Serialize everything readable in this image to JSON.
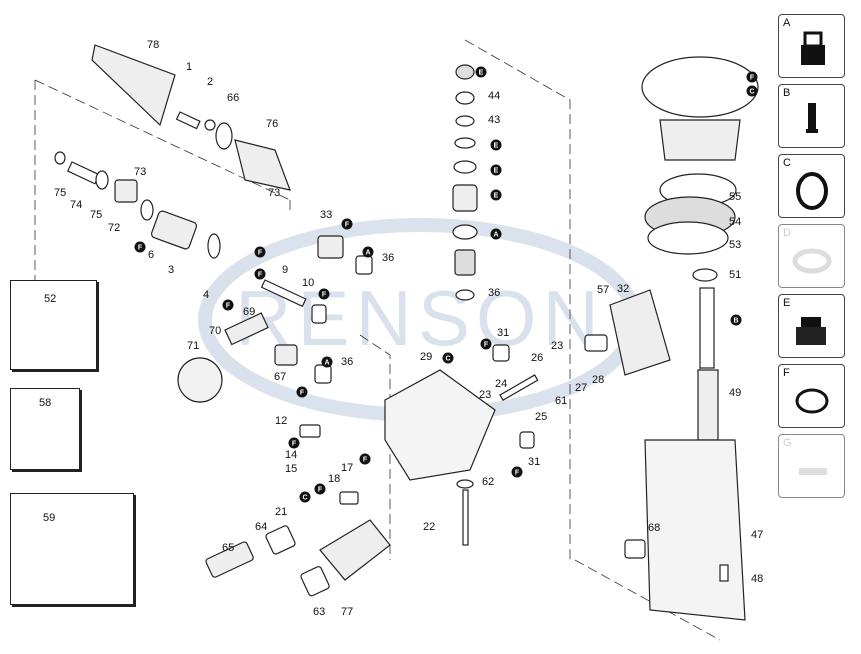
{
  "watermark": "RENSON",
  "part_labels": [
    "78",
    "1",
    "2",
    "66",
    "76",
    "73",
    "73",
    "75",
    "74",
    "75",
    "72",
    "6",
    "3",
    "4",
    "9",
    "10",
    "33",
    "36",
    "70",
    "69",
    "71",
    "67",
    "36",
    "12",
    "14",
    "15",
    "17",
    "18",
    "21",
    "64",
    "65",
    "63",
    "77",
    "22",
    "44",
    "43",
    "36",
    "29",
    "31",
    "23",
    "24",
    "26",
    "23",
    "61",
    "27",
    "25",
    "28",
    "57",
    "32",
    "31",
    "62",
    "55",
    "54",
    "53",
    "51",
    "49",
    "47",
    "68",
    "48"
  ],
  "kit_callouts": [
    "F",
    "F",
    "F",
    "F",
    "F",
    "A",
    "A",
    "F",
    "F",
    "F",
    "F",
    "F",
    "C",
    "E",
    "E",
    "E",
    "E",
    "A",
    "C",
    "F",
    "F",
    "F",
    "C",
    "B"
  ],
  "insets": [
    {
      "label": "52"
    },
    {
      "label": "58"
    },
    {
      "label": "59"
    }
  ],
  "kits": [
    {
      "letter": "A",
      "icon": "valve-cage-icon"
    },
    {
      "letter": "B",
      "icon": "plunger-icon"
    },
    {
      "letter": "C",
      "icon": "oring-icon"
    },
    {
      "letter": "D",
      "icon": "seal-ring-icon"
    },
    {
      "letter": "E",
      "icon": "packing-icon"
    },
    {
      "letter": "F",
      "icon": "oring-small-icon"
    },
    {
      "letter": "G",
      "icon": "washer-icon"
    }
  ]
}
